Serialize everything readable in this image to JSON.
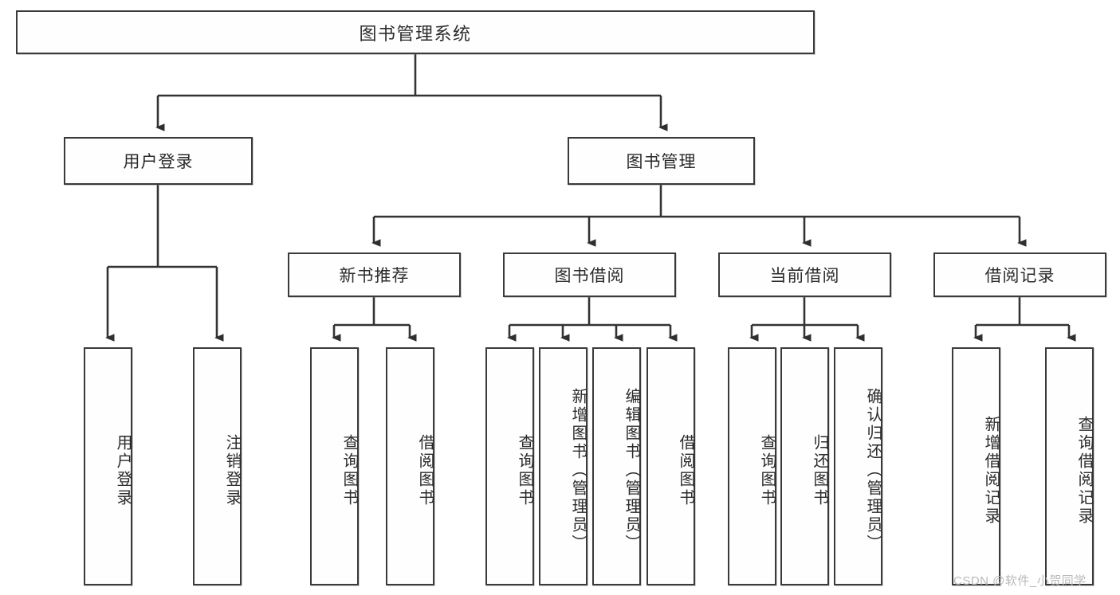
{
  "diagram": {
    "title": "图书管理系统",
    "type": "tree-hierarchy-diagram",
    "colors": {
      "background": "#ffffff",
      "box_fill": "#fefefe",
      "box_border": "#3a3a3a",
      "connector": "#333333",
      "text": "#2b2b2b",
      "watermark": "#b9b9b9"
    },
    "root": {
      "label": "图书管理系统"
    },
    "level2": [
      {
        "label": "用户登录"
      },
      {
        "label": "图书管理"
      }
    ],
    "level3": [
      {
        "label": "新书推荐"
      },
      {
        "label": "图书借阅"
      },
      {
        "label": "当前借阅"
      },
      {
        "label": "借阅记录"
      }
    ],
    "leaves": {
      "user_login": [
        {
          "label": "用户登录"
        },
        {
          "label": "注销登录"
        }
      ],
      "new_book_recommend": [
        {
          "label": "查询图书"
        },
        {
          "label": "借阅图书"
        }
      ],
      "book_borrow": [
        {
          "label": "查询图书"
        },
        {
          "label": "新增图书（管理员）"
        },
        {
          "label": "编辑图书（管理员）"
        },
        {
          "label": "借阅图书"
        }
      ],
      "current_borrow": [
        {
          "label": "查询图书"
        },
        {
          "label": "归还图书"
        },
        {
          "label": "确认归还（管理员）"
        }
      ],
      "borrow_record": [
        {
          "label": "新增借阅记录"
        },
        {
          "label": "查询借阅记录"
        }
      ]
    }
  },
  "watermark": {
    "text": "CSDN @软件_小贺同学"
  }
}
